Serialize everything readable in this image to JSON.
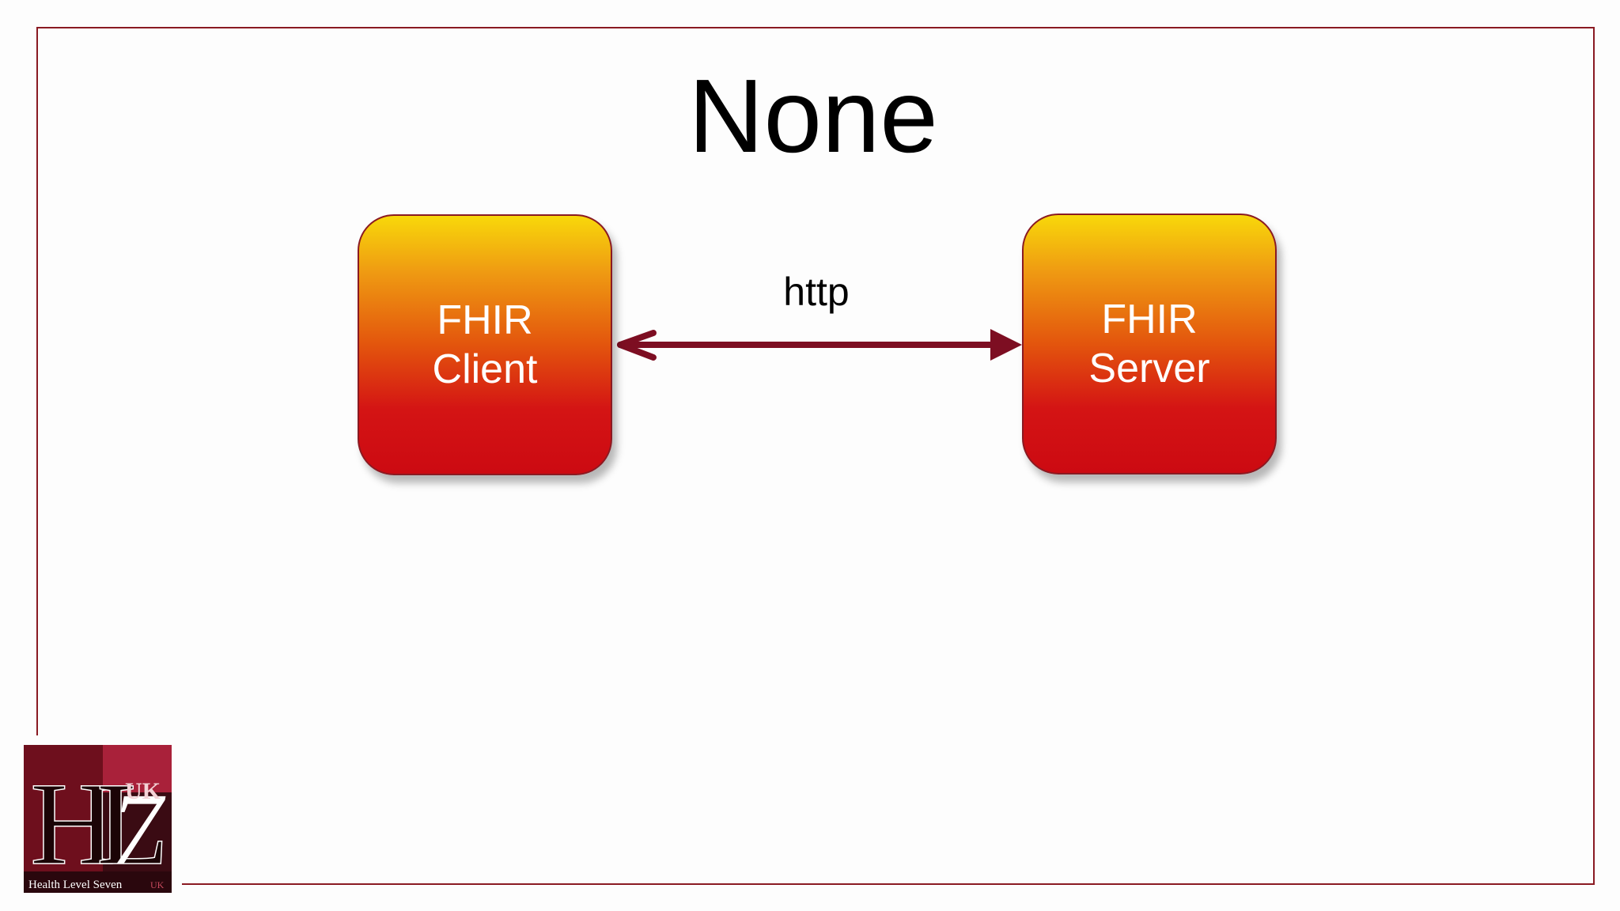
{
  "slide": {
    "title": "None"
  },
  "diagram": {
    "nodes": [
      {
        "id": "client",
        "label": "FHIR\nClient"
      },
      {
        "id": "server",
        "label": "FHIR\nServer"
      }
    ],
    "edges": [
      {
        "from": "client",
        "to": "server",
        "label": "http",
        "direction": "bidirectional"
      }
    ]
  },
  "logo": {
    "text_main": "HL7",
    "text_country": "UK",
    "text_tagline": "Health Level Seven",
    "text_suffix": "UK"
  },
  "colors": {
    "frame": "#8a1a22",
    "arrow": "#7d0e22",
    "node_top": "#f8d80a",
    "node_bottom": "#cc0a12",
    "logo_bg": "#6e0f1d"
  }
}
